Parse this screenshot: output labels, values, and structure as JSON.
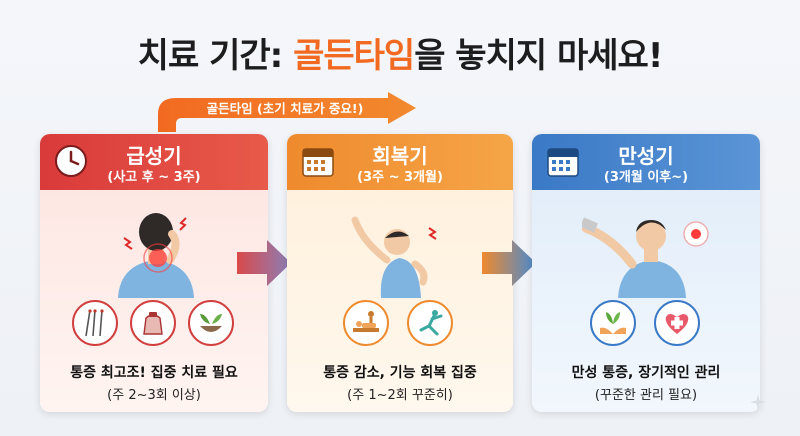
{
  "title": {
    "prefix": "치료 기간: ",
    "highlight": "골든타임",
    "suffix": "을 놓치지 마세요!"
  },
  "golden_time_label": "골든타임 (초기 치료가 중요!)",
  "stages": [
    {
      "name": "급성기",
      "period": "(사고 후 ~ 3주)",
      "description": "통증 최고조! 집중 치료 필요",
      "frequency": "(주 2~3회 이상)",
      "icons": [
        "acupuncture-needles-icon",
        "cupping-icon",
        "herbal-medicine-icon"
      ],
      "color": "#d93a3a"
    },
    {
      "name": "회복기",
      "period": "(3주 ~ 3개월)",
      "description": "통증 감소, 기능 회복 집중",
      "frequency": "(주 1~2회 꾸준히)",
      "icons": [
        "chuna-therapy-icon",
        "stretching-icon"
      ],
      "color": "#ef8a2e"
    },
    {
      "name": "만성기",
      "period": "(3개월 이후~)",
      "description": "만성 통증, 장기적인 관리",
      "frequency": "(꾸준한 관리 필요)",
      "icons": [
        "care-hands-plant-icon",
        "heart-health-icon"
      ],
      "color": "#3a79c6"
    }
  ],
  "colors": {
    "accent": "#f26a21",
    "acute": "#d93a3a",
    "recovery": "#ef8a2e",
    "chronic": "#3a79c6"
  }
}
